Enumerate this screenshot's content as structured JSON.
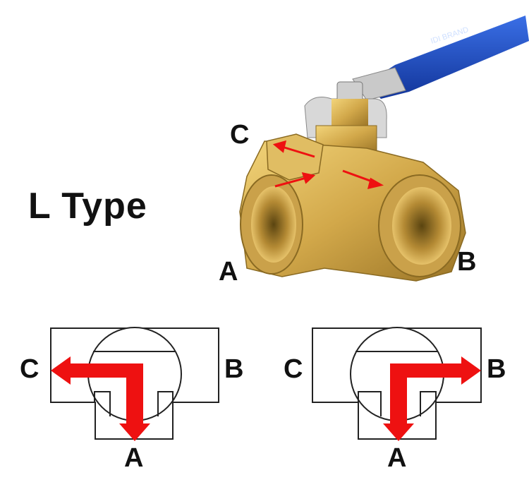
{
  "title": "L Type",
  "photo": {
    "labels": {
      "c": "C",
      "a": "A",
      "b": "B"
    },
    "handle_text": "IDI BRAND"
  },
  "schematics": [
    {
      "name": "left",
      "labels": {
        "left": "C",
        "right": "B",
        "bottom": "A"
      },
      "flow": "C-A"
    },
    {
      "name": "right",
      "labels": {
        "left": "C",
        "right": "B",
        "bottom": "A"
      },
      "flow": "B-A"
    }
  ],
  "colors": {
    "brass": "#d2a84a",
    "brass_dark": "#8a6a22",
    "handle_blue": "#1a4fc4",
    "arrow_red": "#ee1111",
    "line": "#222222"
  }
}
